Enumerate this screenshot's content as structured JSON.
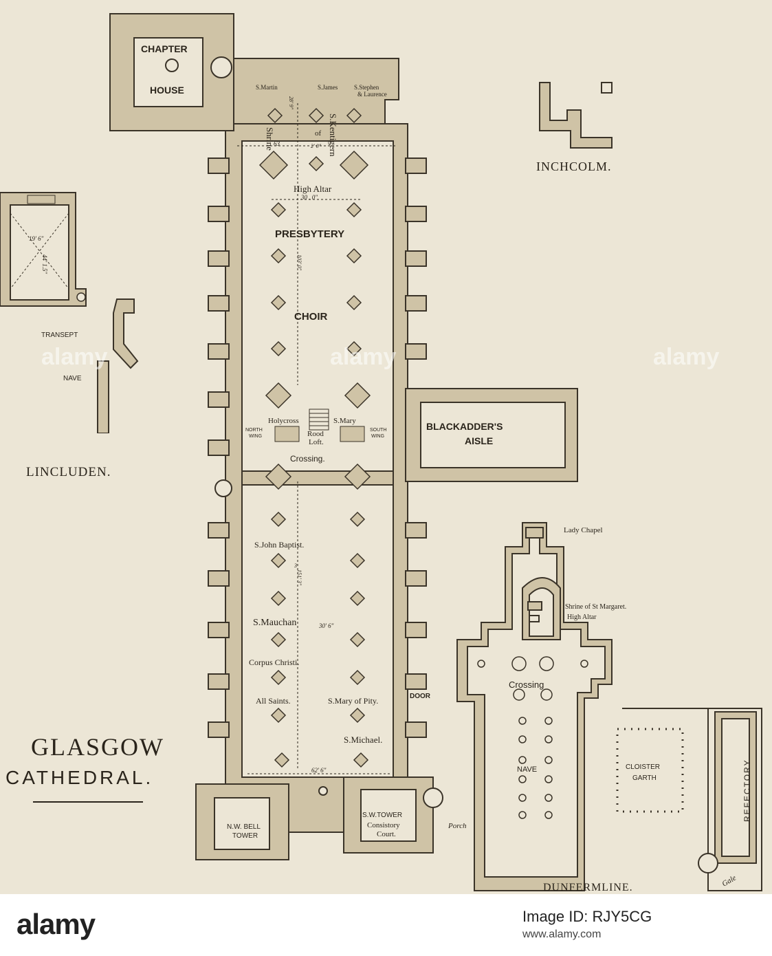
{
  "colors": {
    "wall": "#cfc3a6",
    "wall_stroke": "#3a3328",
    "paper": "#ece6d6",
    "ink": "#2a241b"
  },
  "glasgow": {
    "title": "GLASGOW",
    "subtitle": "CATHEDRAL.",
    "chapter_house_1": "CHAPTER",
    "chapter_house_2": "HOUSE",
    "martin": "S.Martin",
    "james": "S.James",
    "stephen": "S.Stephen",
    "laurence": "& Laurence",
    "shrine": "Shrine",
    "of": "of",
    "kentigern": "S.Kentigern",
    "dim_28": "28' 9\"",
    "dim_63": "63",
    "dim_2": "2' 0\"",
    "high_altar": "High Altar",
    "dim_30": "30 . 0\"",
    "presbytery": "PRESBYTERY",
    "dim_103": "103' 0\"",
    "choir": "CHOIR",
    "holycross": "Holycross",
    "smary": "S.Mary",
    "north_wing_1": "NORTH",
    "north_wing_2": "WING",
    "rood_1": "Rood",
    "rood_2": "Loft.",
    "south_wing_1": "SOUTH",
    "south_wing_2": "WING",
    "crossing": "Crossing.",
    "blackadder_1": "BLACKADDER'S",
    "blackadder_2": "AISLE",
    "john_baptist": "S.John Baptist.",
    "dim_3": "3",
    "dim_151": "151' 3\"",
    "mauchan": "S.Mauchan",
    "dim_30b": "30' 6\"",
    "corpus": "Corpus Christi.",
    "all_saints": "All Saints.",
    "mary_pity": "S.Mary of Pity.",
    "door": "DOOR",
    "michael": "S.Michael.",
    "dim_62": "62' 6\"",
    "nw_tower_1": "N.W. BELL",
    "nw_tower_2": "TOWER",
    "sw_tower_1": "S.W.TOWER",
    "sw_tower_2": "Consistory",
    "sw_tower_3": "Court.",
    "porch": "Porch"
  },
  "lincluden": {
    "title": "LINCLUDEN.",
    "dim_19": "19' 6\"",
    "dim_44": "44' 1.5\"",
    "transept": "TRANSEPT",
    "nave": "NAVE"
  },
  "inchcolm": {
    "title": "INCHCOLM."
  },
  "dunfermline": {
    "title": "DUNFERMLINE.",
    "lady_chapel": "Lady Chapel",
    "shrine": "Shrine of St Margaret.",
    "high_altar": "High Altar",
    "crossing": "Crossing",
    "nave": "NAVE",
    "cloister_1": "CLOISTER",
    "cloister_2": "GARTH",
    "refectory": "REFECTORY",
    "signature": "Gale"
  },
  "footer": {
    "brand": "alamy",
    "image_id": "Image ID: RJY5CG",
    "url": "www.alamy.com",
    "watermark": "alamy"
  }
}
